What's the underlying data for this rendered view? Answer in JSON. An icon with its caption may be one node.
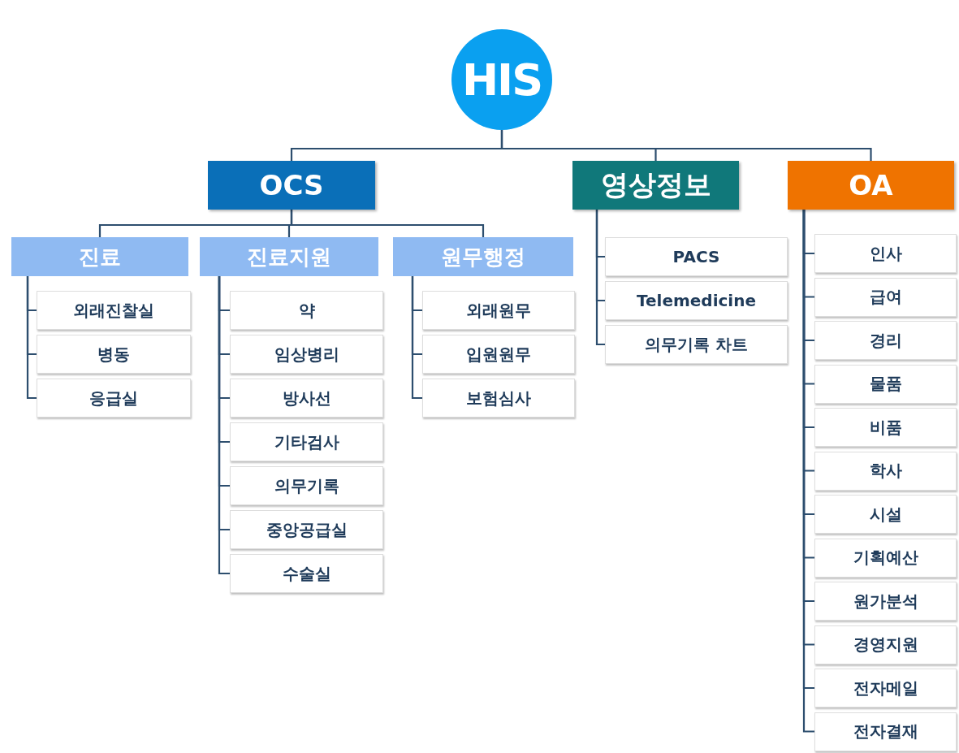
{
  "diagram": {
    "nodes": [
      {
        "text": [
          "HIS"
        ]
      },
      {
        "text": [
          "OCS"
        ]
      },
      {
        "text": [
          "영상정보"
        ]
      },
      {
        "text": [
          "OA"
        ]
      },
      {
        "text": [
          "진료"
        ]
      },
      {
        "text": [
          "진료지원"
        ]
      },
      {
        "text": [
          "원무행정"
        ]
      },
      {
        "text": [
          "외래진찰실"
        ]
      },
      {
        "text": [
          "병동"
        ]
      },
      {
        "text": [
          "응급실"
        ]
      },
      {
        "text": [
          "약"
        ]
      },
      {
        "text": [
          "임상병리"
        ]
      },
      {
        "text": [
          "방사선"
        ]
      },
      {
        "text": [
          "기타검사"
        ]
      },
      {
        "text": [
          "의무기록"
        ]
      },
      {
        "text": [
          "중앙공급실"
        ]
      },
      {
        "text": [
          "수술실"
        ]
      },
      {
        "text": [
          "외래원무"
        ]
      },
      {
        "text": [
          "입원원무"
        ]
      },
      {
        "text": [
          "보험심사"
        ]
      },
      {
        "text": [
          "PACS"
        ]
      },
      {
        "text": [
          "Telemedicine"
        ]
      },
      {
        "text": [
          "의무기록 차트"
        ]
      },
      {
        "text": [
          "인사"
        ]
      },
      {
        "text": [
          "급여"
        ]
      },
      {
        "text": [
          "경리"
        ]
      },
      {
        "text": [
          "물품"
        ]
      },
      {
        "text": [
          "비품"
        ]
      },
      {
        "text": [
          "학사"
        ]
      },
      {
        "text": [
          "시설"
        ]
      },
      {
        "text": [
          "기획예산"
        ]
      },
      {
        "text": [
          "원가분석"
        ]
      },
      {
        "text": [
          "경영지원"
        ]
      },
      {
        "text": [
          "전자메일"
        ]
      },
      {
        "text": [
          "전자결재"
        ]
      }
    ],
    "edges": [
      {
        "from": 0,
        "to": 1,
        "arrow": "none"
      },
      {
        "from": 0,
        "to": 2,
        "arrow": "none"
      },
      {
        "from": 0,
        "to": 3,
        "arrow": "none"
      },
      {
        "from": 1,
        "to": 4,
        "arrow": "none"
      },
      {
        "from": 1,
        "to": 5,
        "arrow": "none"
      },
      {
        "from": 1,
        "to": 6,
        "arrow": "none"
      },
      {
        "from": 4,
        "to": 7,
        "arrow": "none"
      },
      {
        "from": 4,
        "to": 8,
        "arrow": "none"
      },
      {
        "from": 4,
        "to": 9,
        "arrow": "none"
      },
      {
        "from": 5,
        "to": 10,
        "arrow": "none"
      },
      {
        "from": 5,
        "to": 11,
        "arrow": "none"
      },
      {
        "from": 5,
        "to": 12,
        "arrow": "none"
      },
      {
        "from": 5,
        "to": 13,
        "arrow": "none"
      },
      {
        "from": 5,
        "to": 14,
        "arrow": "none"
      },
      {
        "from": 5,
        "to": 15,
        "arrow": "none"
      },
      {
        "from": 5,
        "to": 16,
        "arrow": "none"
      },
      {
        "from": 6,
        "to": 17,
        "arrow": "none"
      },
      {
        "from": 6,
        "to": 18,
        "arrow": "none"
      },
      {
        "from": 6,
        "to": 19,
        "arrow": "none"
      },
      {
        "from": 2,
        "to": 20,
        "arrow": "none"
      },
      {
        "from": 2,
        "to": 21,
        "arrow": "none"
      },
      {
        "from": 2,
        "to": 22,
        "arrow": "none"
      },
      {
        "from": 3,
        "to": 23,
        "arrow": "none"
      },
      {
        "from": 3,
        "to": 24,
        "arrow": "none"
      },
      {
        "from": 3,
        "to": 25,
        "arrow": "none"
      },
      {
        "from": 3,
        "to": 26,
        "arrow": "none"
      },
      {
        "from": 3,
        "to": 27,
        "arrow": "none"
      },
      {
        "from": 3,
        "to": 28,
        "arrow": "none"
      },
      {
        "from": 3,
        "to": 29,
        "arrow": "none"
      },
      {
        "from": 3,
        "to": 30,
        "arrow": "none"
      },
      {
        "from": 3,
        "to": 31,
        "arrow": "none"
      },
      {
        "from": 3,
        "to": 32,
        "arrow": "none"
      },
      {
        "from": 3,
        "to": 33,
        "arrow": "none"
      },
      {
        "from": 3,
        "to": 34,
        "arrow": "none"
      }
    ]
  }
}
